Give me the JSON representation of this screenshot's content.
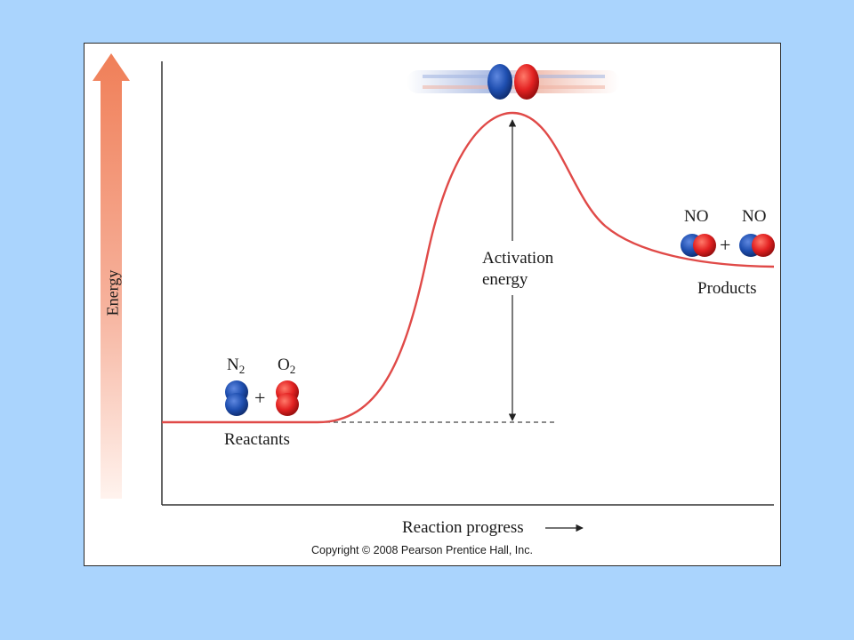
{
  "axes": {
    "y_label": "Energy",
    "x_label": "Reaction progress",
    "x_arrow": "→"
  },
  "reactants": {
    "species": [
      {
        "formula": "N",
        "subscript": "2",
        "color": "#1f4fb0"
      },
      {
        "formula": "O",
        "subscript": "2",
        "color": "#e32222"
      }
    ],
    "plus": "+",
    "label": "Reactants"
  },
  "products": {
    "species": [
      {
        "formula": "NO",
        "subscript": ""
      },
      {
        "formula": "NO",
        "subscript": ""
      }
    ],
    "plus": "+",
    "label": "Products"
  },
  "activation": {
    "line1": "Activation",
    "line2": "energy"
  },
  "colors": {
    "background": "#aad4fd",
    "curve": "#e04a48",
    "nitrogen": "#1f4fb0",
    "oxygen": "#e32222",
    "energy_arrow": "#f07f58"
  },
  "copyright": "Copyright © 2008 Pearson Prentice Hall, Inc."
}
